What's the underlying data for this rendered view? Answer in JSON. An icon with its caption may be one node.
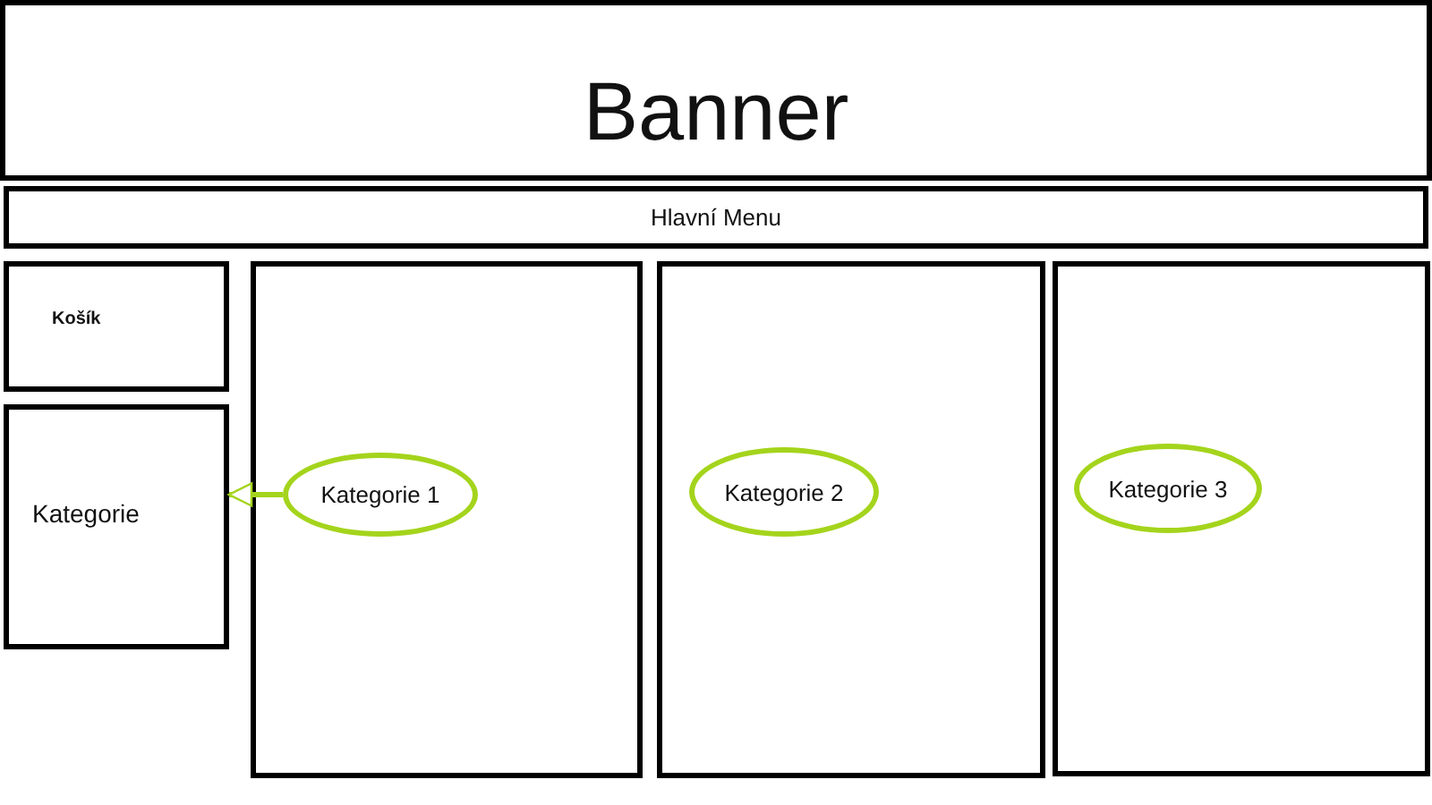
{
  "diagram": {
    "nodes": [
      {
        "text": [
          "Banner"
        ]
      },
      {
        "text": [
          "Hlavní Menu"
        ]
      },
      {
        "text": [
          "Košík"
        ]
      },
      {
        "text": [
          "Kategorie"
        ]
      },
      {
        "text": [],
        "shape": "box"
      },
      {
        "text": [
          "Kategorie 1"
        ],
        "in": 4
      },
      {
        "text": [],
        "shape": "box"
      },
      {
        "text": [
          "Kategorie 2"
        ],
        "in": 6
      },
      {
        "text": [],
        "shape": "box"
      },
      {
        "text": [
          "Kategorie 3"
        ],
        "in": 8
      }
    ],
    "edges": [
      {
        "from": 5,
        "to": 3,
        "arrow": "to",
        "color": "#a4d41c"
      }
    ]
  }
}
